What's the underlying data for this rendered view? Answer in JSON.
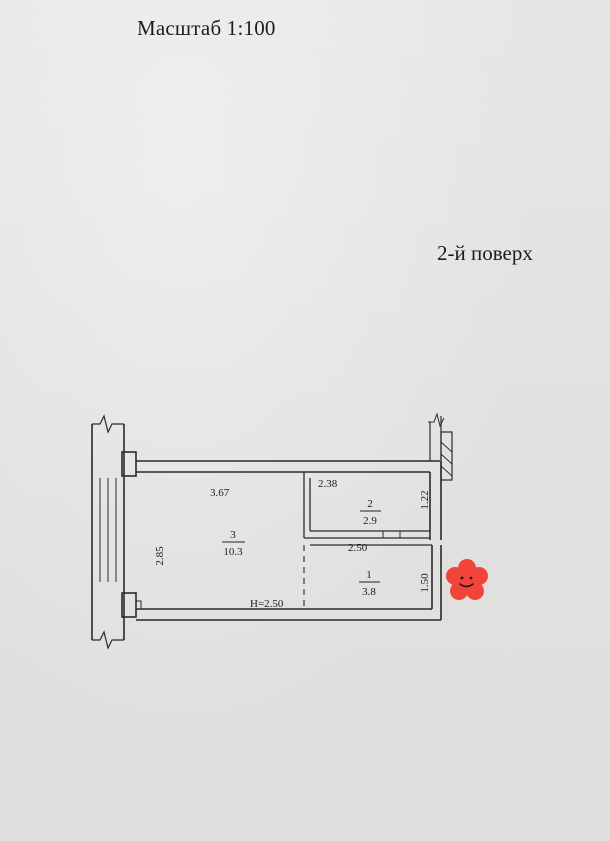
{
  "header": {
    "scale": "Масштаб 1:100",
    "floor": "2-й поверх"
  },
  "plan": {
    "dimensions": {
      "main_width": "3.67",
      "main_depth": "2.85",
      "bath_width": "2.38",
      "bath_depth": "1.22",
      "hall_width": "2.50",
      "hall_depth": "1.50",
      "ceiling_height": "H=2.50"
    },
    "rooms": [
      {
        "number": "3",
        "area": "10.3"
      },
      {
        "number": "2",
        "area": "2.9"
      },
      {
        "number": "1",
        "area": "3.8"
      }
    ]
  },
  "sticker": {
    "icon": "smiley-flower-icon",
    "color": "#f2453a"
  }
}
